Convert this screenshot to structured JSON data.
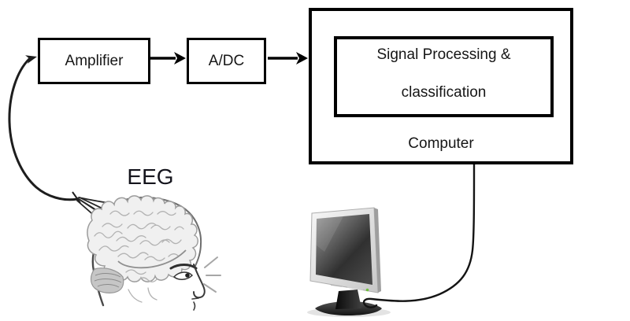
{
  "blocks": {
    "amplifier": "Amplifier",
    "adc": "A/DC",
    "computer": "Computer",
    "signal_processing": [
      "Signal Processing &",
      "classification"
    ]
  },
  "labels": {
    "eeg": "EEG"
  },
  "illustrations": {
    "head": "human-head-profile-with-brain-sketch",
    "electrodes": "eeg-electrode-leads",
    "monitor": "lcd-computer-monitor"
  },
  "colors": {
    "box_border": "#000000",
    "text": "#161616",
    "wire": "#1a1a1a",
    "sketch_gray": "#9c9c9c",
    "monitor_led_green": "#6fbf3e"
  }
}
